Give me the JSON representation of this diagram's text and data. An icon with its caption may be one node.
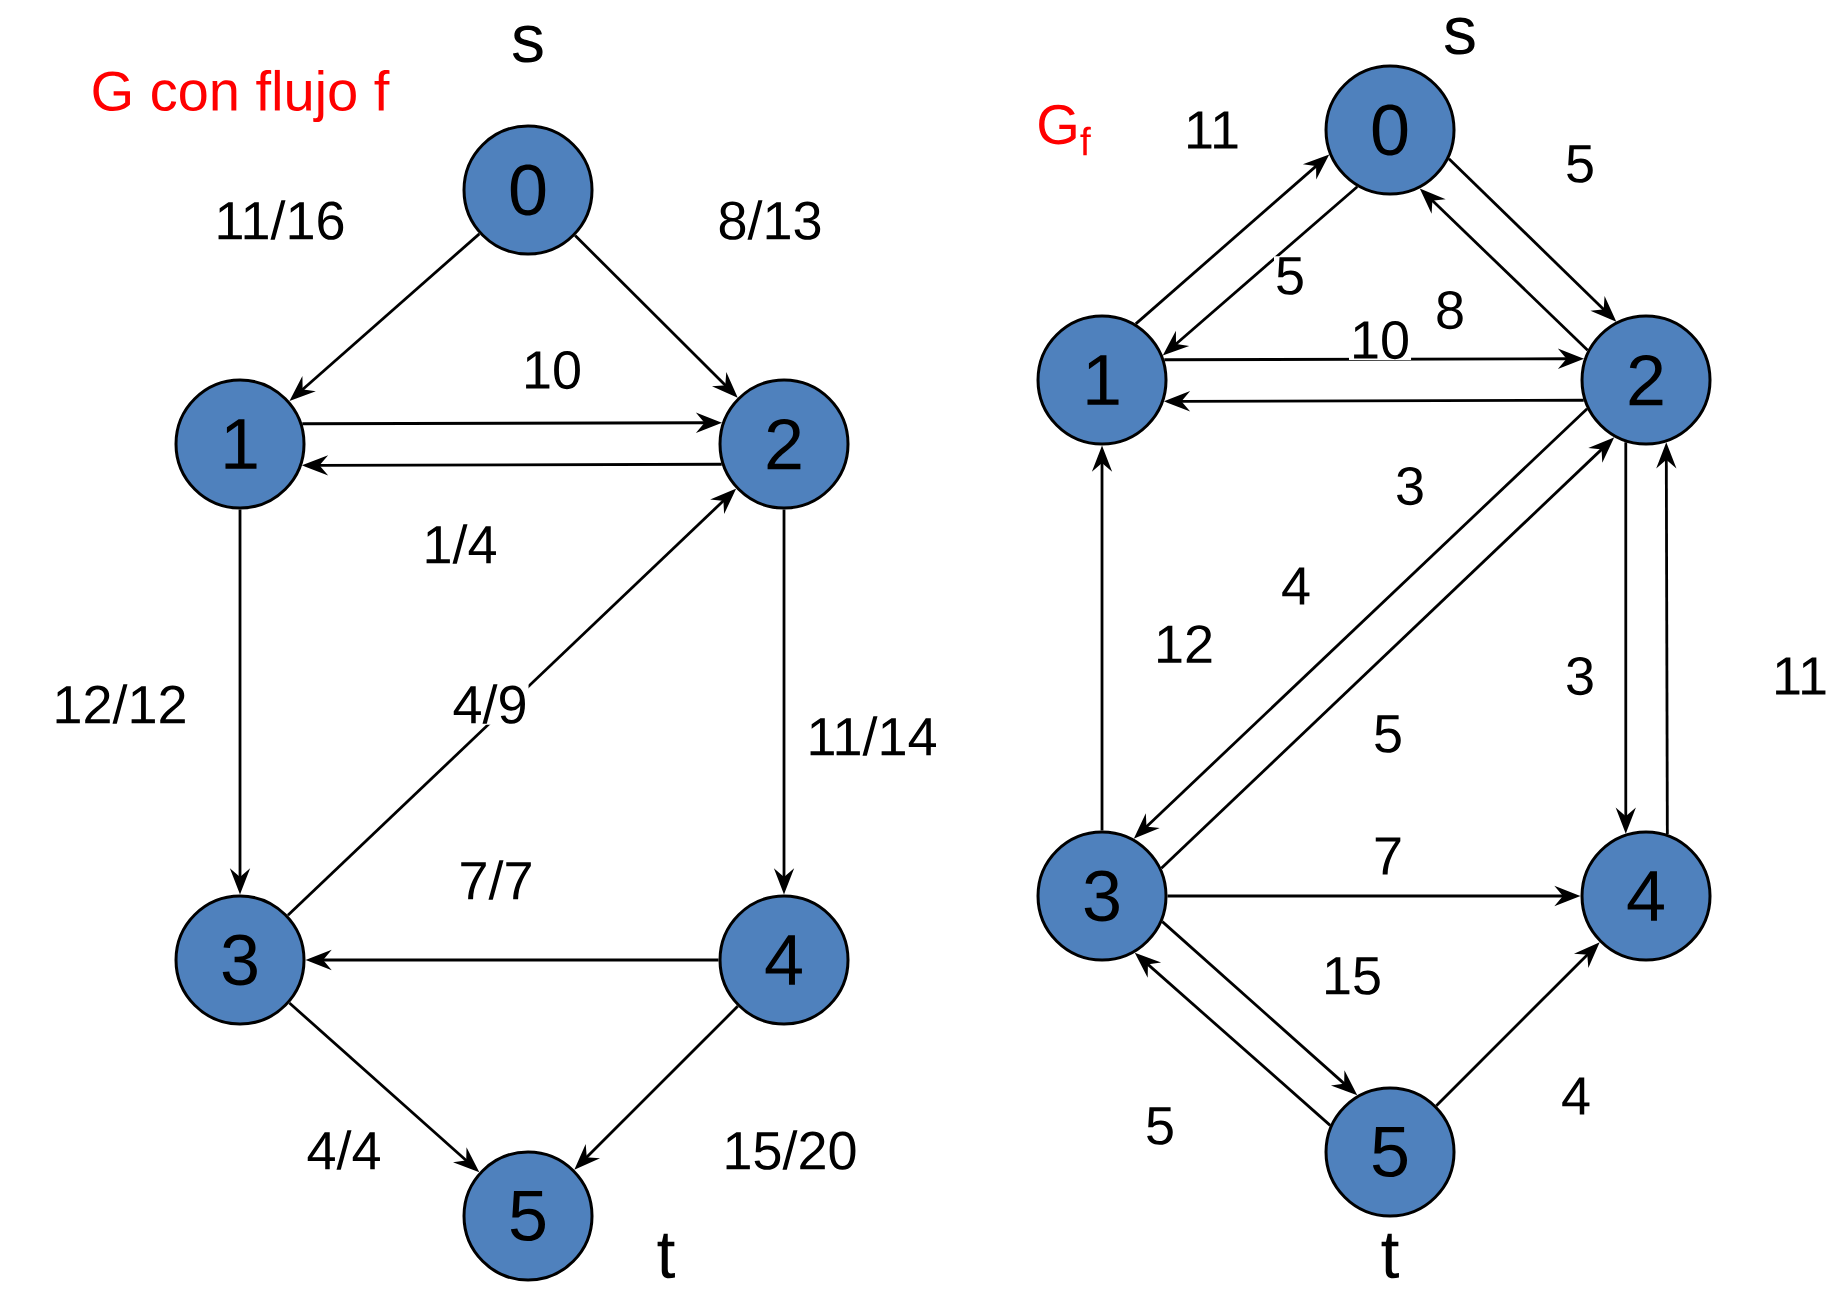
{
  "diagram": {
    "nodes": [
      {
        "text": [
          "0"
        ],
        "beside": [
          "s"
        ]
      },
      {
        "text": [
          "1"
        ]
      },
      {
        "text": [
          "2"
        ]
      },
      {
        "text": [
          "3"
        ]
      },
      {
        "text": [
          "4"
        ]
      },
      {
        "text": [
          "5"
        ],
        "beside": [
          "t"
        ]
      },
      {
        "text": [
          "0"
        ],
        "beside": [
          "s"
        ]
      },
      {
        "text": [
          "1"
        ]
      },
      {
        "text": [
          "2"
        ]
      },
      {
        "text": [
          "3"
        ]
      },
      {
        "text": [
          "4"
        ]
      },
      {
        "text": [
          "5"
        ],
        "beside": [
          "t"
        ]
      }
    ],
    "edges": [
      {
        "from": 0,
        "to": 1,
        "arrow": "to",
        "label": "11/16"
      },
      {
        "from": 0,
        "to": 2,
        "arrow": "to",
        "label": "8/13"
      },
      {
        "from": 1,
        "to": 2,
        "arrow": "to",
        "label": "10"
      },
      {
        "from": 2,
        "to": 1,
        "arrow": "to",
        "label": "1/4"
      },
      {
        "from": 1,
        "to": 3,
        "arrow": "to",
        "label": "12/12"
      },
      {
        "from": 3,
        "to": 2,
        "arrow": "to",
        "label": "4/9"
      },
      {
        "from": 2,
        "to": 4,
        "arrow": "to",
        "label": "11/14"
      },
      {
        "from": 4,
        "to": 3,
        "arrow": "to",
        "label": "7/7"
      },
      {
        "from": 3,
        "to": 5,
        "arrow": "to",
        "label": "4/4"
      },
      {
        "from": 4,
        "to": 5,
        "arrow": "to",
        "label": "15/20"
      },
      {
        "from": 7,
        "to": 6,
        "arrow": "to",
        "label": "11"
      },
      {
        "from": 6,
        "to": 7,
        "arrow": "to",
        "label": "5"
      },
      {
        "from": 6,
        "to": 8,
        "arrow": "to",
        "label": "5"
      },
      {
        "from": 8,
        "to": 6,
        "arrow": "to",
        "label": "8"
      },
      {
        "from": 7,
        "to": 8,
        "arrow": "to",
        "label": "10"
      },
      {
        "from": 8,
        "to": 7,
        "arrow": "to",
        "label": "3"
      },
      {
        "from": 9,
        "to": 7,
        "arrow": "to",
        "label": "12"
      },
      {
        "from": 8,
        "to": 9,
        "arrow": "to",
        "label": "4"
      },
      {
        "from": 9,
        "to": 8,
        "arrow": "to",
        "label": "5"
      },
      {
        "from": 8,
        "to": 10,
        "arrow": "to",
        "label": "3"
      },
      {
        "from": 10,
        "to": 8,
        "arrow": "to",
        "label": "11"
      },
      {
        "from": 9,
        "to": 10,
        "arrow": "to",
        "label": "7"
      },
      {
        "from": 9,
        "to": 11,
        "arrow": "to",
        "label": "15"
      },
      {
        "from": 11,
        "to": 9,
        "arrow": "to",
        "label": "5"
      },
      {
        "from": 11,
        "to": 10,
        "arrow": "to",
        "label": "4"
      }
    ],
    "labels": [
      "G con flujo f",
      "G$_{f}$"
    ]
  }
}
